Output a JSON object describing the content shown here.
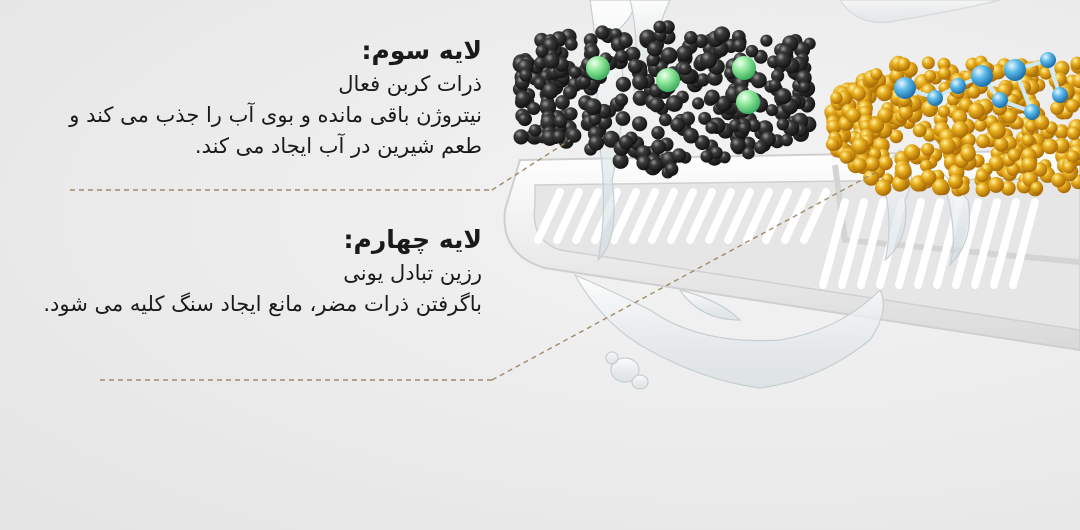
{
  "layers": [
    {
      "title": "لایه سوم:",
      "subtitle": "ذرات کربن فعال",
      "description": "نیتروژن باقی مانده و بوی آب را جذب می کند و طعم شیرین در آب ایجاد می کند."
    },
    {
      "title": "لایه چهارم:",
      "subtitle": "رزین تبادل یونی",
      "description": "باگرفتن ذرات مضر، مانع ایجاد سنگ کلیه می شود."
    }
  ],
  "colors": {
    "background": "#ececec",
    "carbon": "#2b2b2b",
    "carbon_highlight": "#7cdc8a",
    "resin": "#e2a51c",
    "molecule": "#3fa3d8",
    "leader_line": "#a08a6a",
    "tray": "#f3f3f3"
  },
  "icons": [
    "activated-carbon-granules-icon",
    "ion-exchange-resin-icon",
    "water-splash-icon",
    "filter-tray-icon"
  ]
}
